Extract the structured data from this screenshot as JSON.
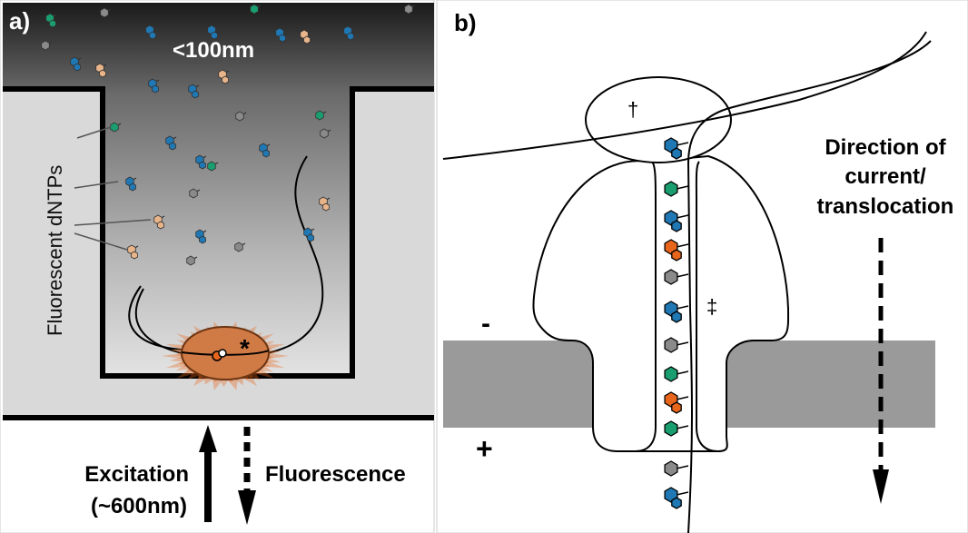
{
  "figure": {
    "panel_a": {
      "label": "a)",
      "size_label": "<100nm",
      "dntp_label": "Fluorescent dNTPs",
      "active_site_marker": "*",
      "excitation_label_line1": "Excitation",
      "excitation_label_line2": "(~600nm)",
      "fluorescence_label": "Fluorescence"
    },
    "panel_b": {
      "label": "b)",
      "enzyme_marker": "†",
      "pore_marker": "‡",
      "minus_label": "-",
      "plus_label": "+",
      "direction_line1": "Direction of",
      "direction_line2": "current/",
      "direction_line3": "translocation"
    },
    "colors": {
      "dntp_blue": "#1f78b4",
      "dntp_green": "#1a9e6f",
      "dntp_orange": "#e8661c",
      "dntp_tan": "#e8b48a",
      "dntp_gray": "#8a8a8a",
      "glow_orange": "#e8661c",
      "membrane_gray": "#9a9a9a",
      "well_wall": "#d9d9d9"
    },
    "pore_dntps": [
      "blue",
      "green",
      "blue",
      "orange",
      "gray",
      "blue",
      "gray",
      "green",
      "orange",
      "green",
      "gray",
      "blue"
    ]
  }
}
